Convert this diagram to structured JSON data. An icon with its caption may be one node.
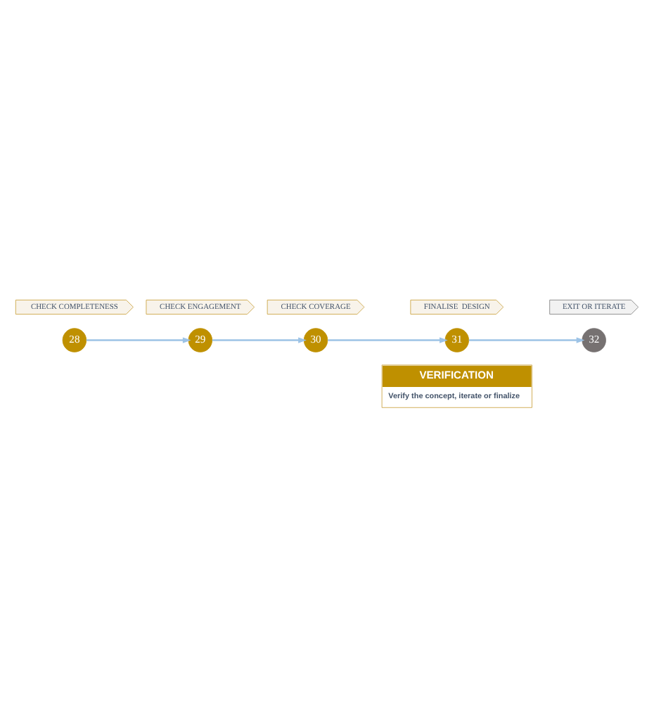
{
  "diagram": {
    "nodes": [
      {
        "text": [
          "CHECK COMPLETENESS"
        ]
      },
      {
        "text": [
          "28"
        ]
      },
      {
        "text": [
          "CHECK ENGAGEMENT"
        ]
      },
      {
        "text": [
          "29"
        ]
      },
      {
        "text": [
          "CHECK COVERAGE"
        ]
      },
      {
        "text": [
          "30"
        ]
      },
      {
        "text": [
          "FINALISE  DESIGN"
        ]
      },
      {
        "text": [
          "31"
        ]
      },
      {
        "text": [
          "EXIT OR ITERATE"
        ]
      },
      {
        "text": [
          "32"
        ]
      },
      {
        "text": [
          "VERIFICATION",
          "Verify the concept, iterate or finalize"
        ]
      }
    ],
    "edges": [
      {
        "from": 1,
        "to": 3,
        "arrow": "to"
      },
      {
        "from": 3,
        "to": 5,
        "arrow": "to"
      },
      {
        "from": 5,
        "to": 7,
        "arrow": "to"
      },
      {
        "from": 7,
        "to": 9,
        "arrow": "to"
      }
    ]
  }
}
